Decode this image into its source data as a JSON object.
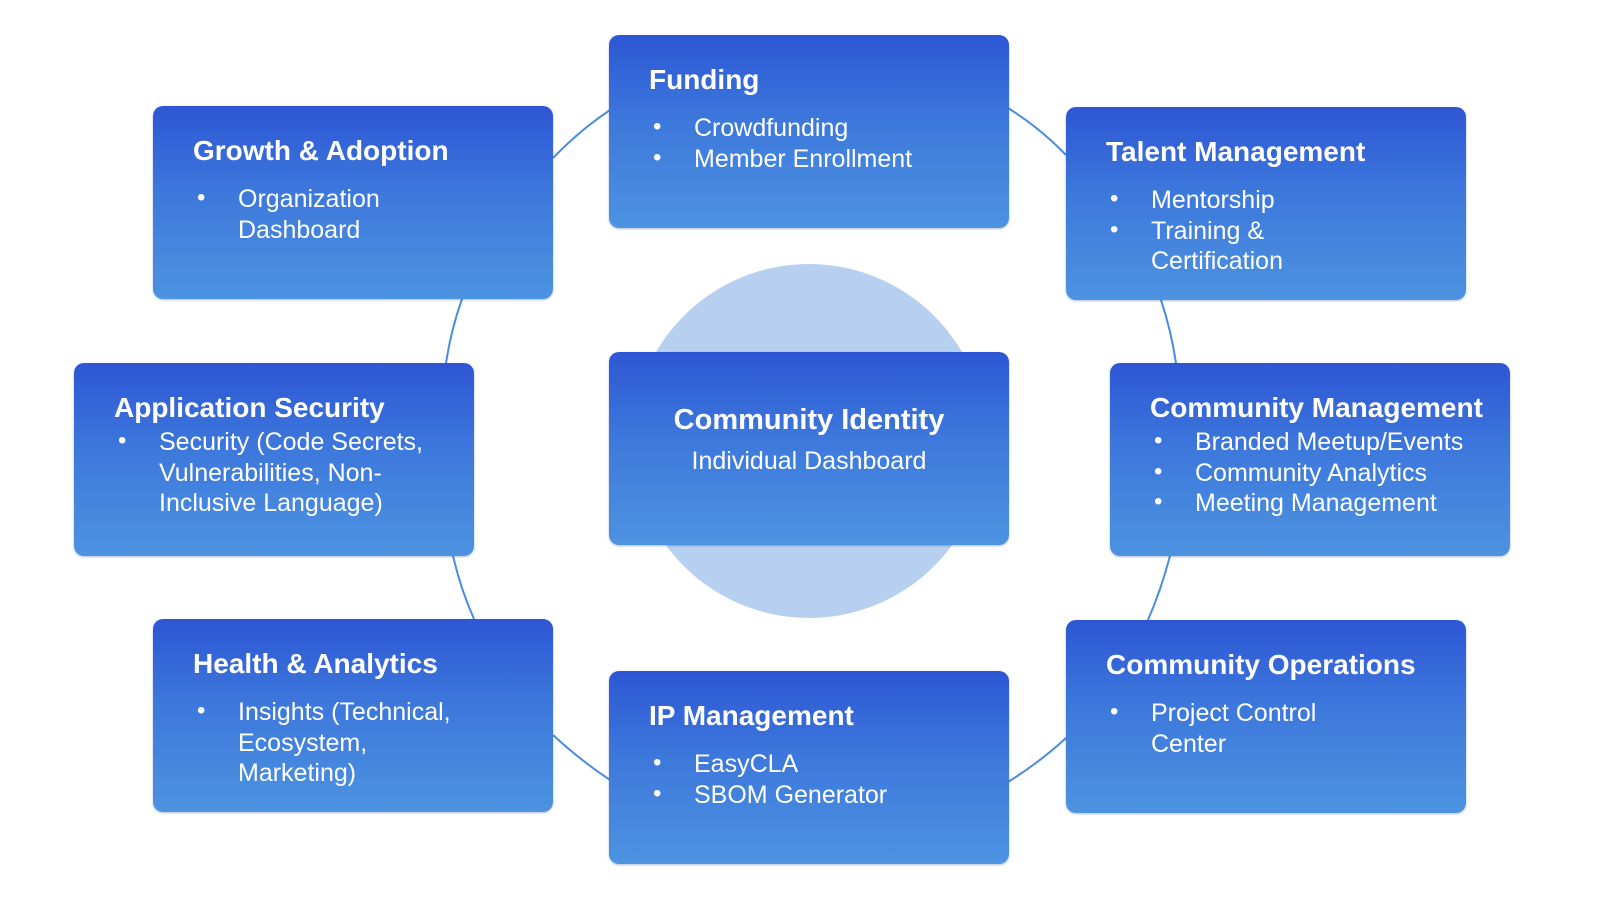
{
  "colors": {
    "box_gradient_top": "#2d56d4",
    "box_gradient_bottom": "#4c93e0",
    "connector": "#4a8ce0",
    "center_circle": "#b8d0f0",
    "text": "#ffffff"
  },
  "center": {
    "title": "Community Identity",
    "subtitle": "Individual Dashboard"
  },
  "nodes": {
    "funding": {
      "title": "Funding",
      "items": [
        "Crowdfunding",
        "Member Enrollment"
      ]
    },
    "growth": {
      "title": "Growth & Adoption",
      "items": [
        "Organization Dashboard"
      ]
    },
    "talent": {
      "title": "Talent Management",
      "items": [
        "Mentorship",
        "Training & Certification"
      ]
    },
    "appsec": {
      "title": "Application Security",
      "items": [
        "Security (Code Secrets, Vulnerabilities, Non-Inclusive Language)"
      ]
    },
    "community_mgmt": {
      "title": "Community Management",
      "items": [
        "Branded Meetup/Events",
        "Community Analytics",
        "Meeting Management"
      ]
    },
    "health": {
      "title": "Health & Analytics",
      "items": [
        "Insights (Technical, Ecosystem, Marketing)"
      ]
    },
    "ip": {
      "title": "IP Management",
      "items": [
        "EasyCLA",
        "SBOM Generator"
      ]
    },
    "operations": {
      "title": "Community Operations",
      "items": [
        "Project Control Center"
      ]
    }
  }
}
